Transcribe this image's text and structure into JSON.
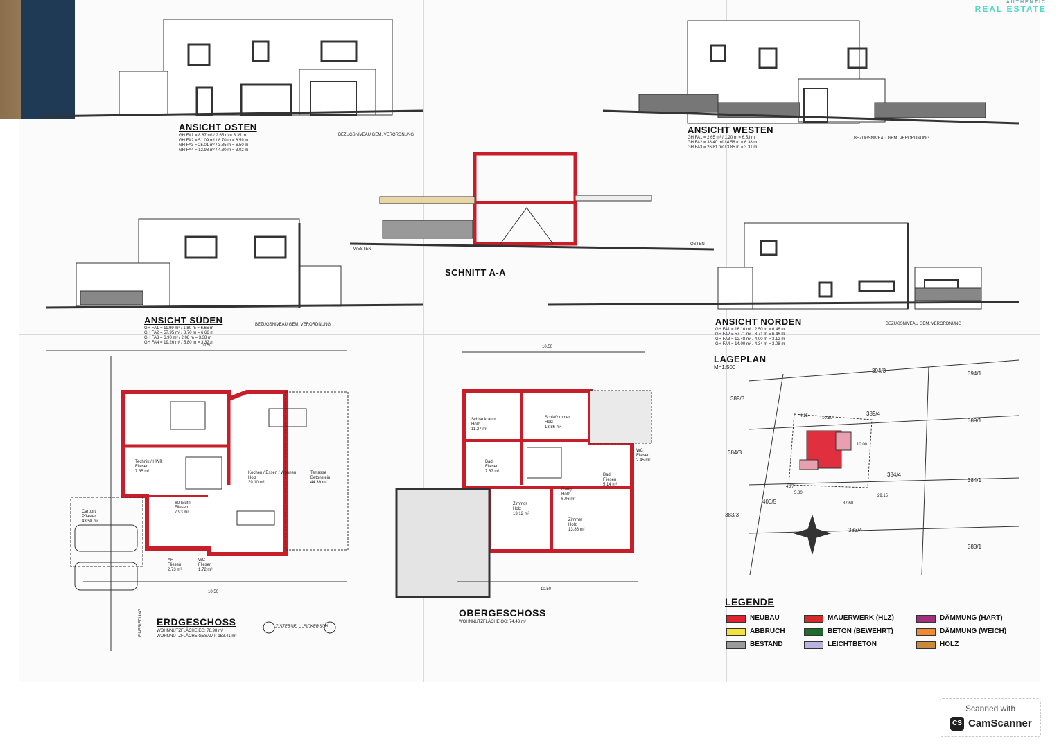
{
  "brand": {
    "line1": "AUTHENTIC",
    "line2": "REAL ESTATE",
    "color": "#4fd8c8"
  },
  "elevations": {
    "osten": {
      "title": "ANSICHT OSTEN",
      "lines": [
        "GH FA1 = 8.87 m² / 2.65 m = 3.35 m",
        "GH FA2 = 51.09 m² / 8.70 m = 6.59 m",
        "GH FA3 = 25.01 m² / 3.85 m = 6.50 m",
        "GH FA4 = 12.98 m² / 4.30 m = 3.02 m"
      ],
      "ref": "BEZUGSNIVEAU GEM. VERORDNUNG"
    },
    "westen": {
      "title": "ANSICHT WESTEN",
      "lines": [
        "GH FA1 = 2.65 m² / 1.20 m = 6.53 m",
        "GH FA2 = 38.40 m² / 4.58 m = 6.38 m",
        "GH FA3 = 26.81 m² / 3.85 m = 3.31 m"
      ],
      "ref": "BEZUGSNIVEAU GEM. VERORDNUNG"
    },
    "sueden": {
      "title": "ANSICHT SÜDEN",
      "lines": [
        "GH FA1 = 11.99 m² / 1.80 m = 6.66 m",
        "GH FA2 = 57.95 m² / 8.70 m = 6.66 m",
        "GH FA3 = 6.90 m² / 2.08 m = 3.38 m",
        "GH FA4 = 19.26 m² / 5.80 m = 3.32 m"
      ],
      "ref": "BEZUGSNIVEAU GEM. VERORDNUNG"
    },
    "norden": {
      "title": "ANSICHT NORDEN",
      "lines": [
        "GH FA1 = 16.16 m² / 2.50 m = 6.46 m",
        "GH FA2 = 57.71 m² / 8.71 m = 6.46 m",
        "GH FA3 = 12.48 m² / 4.00 m = 3.12 m",
        "GH FA4 = 14.00 m² / 4.34 m = 3.08 m"
      ],
      "ref": "BEZUGSNIVEAU GEM. VERORDNUNG"
    }
  },
  "section": {
    "title": "SCHNITT A-A",
    "left": "WESTEN",
    "right": "OSTEN"
  },
  "ground_floor": {
    "title": "ERDGESCHOSS",
    "area1_label": "WOHNNUTZFLÄCHE EG:",
    "area1": "78.98 m²",
    "area2_label": "WOHNNUTZFLÄCHE GESAMT:",
    "area2": "153.41 m²",
    "rooms": [
      {
        "name": "Technik / HWR",
        "sub": "Fliesen",
        "area": "7.35 m²"
      },
      {
        "name": "Kochen / Essen / Wohnen",
        "sub": "Holz",
        "area": "39.10 m²"
      },
      {
        "name": "Terrasse",
        "sub": "Betonstein",
        "area": "44.39 m²"
      },
      {
        "name": "Vorraum",
        "sub": "Fliesen",
        "area": "7.93 m²"
      },
      {
        "name": "Carport",
        "sub": "Pflaster",
        "area": "43.50 m²"
      },
      {
        "name": "AR",
        "sub": "Fliesen",
        "area": "2.73 m²"
      },
      {
        "name": "WC",
        "sub": "Fliesen",
        "area": "1.72 m²"
      }
    ],
    "labels": {
      "zisterne": "ZISTERNE",
      "sickerschacht": "SICKERSCH.",
      "einfriedung": "EINFRIEDUNG",
      "top_dim": "10.50",
      "bottom_dim": "10.50"
    }
  },
  "upper_floor": {
    "title": "OBERGESCHOSS",
    "area_label": "WOHNNUTZFLÄCHE OG:",
    "area": "74.43 m²",
    "rooms": [
      {
        "name": "Schrankraum",
        "sub": "Holz",
        "area": "11.27 m²"
      },
      {
        "name": "Schlafzimmer",
        "sub": "Holz",
        "area": "13.86 m²"
      },
      {
        "name": "Bad",
        "sub": "Fliesen",
        "area": "7.67 m²"
      },
      {
        "name": "WC",
        "sub": "Fliesen",
        "area": "2.45 m²"
      },
      {
        "name": "Gang",
        "sub": "Holz",
        "area": "6.06 m²"
      },
      {
        "name": "Bad",
        "sub": "Fliesen",
        "area": "5.14 m²"
      },
      {
        "name": "Zimmer",
        "sub": "Holz",
        "area": "13.12 m²"
      },
      {
        "name": "Zimmer",
        "sub": "Holz",
        "area": "13.86 m²"
      }
    ],
    "top_dim": "10.50",
    "bottom_dim": "10.50"
  },
  "site_plan": {
    "title": "LAGEPLAN",
    "scale": "M=1:500",
    "parcels": [
      "394/3",
      "394/1",
      "389/3",
      "389/4",
      "389/1",
      "384/3",
      "384/4",
      "384/1",
      "400/5",
      "383/3",
      "383/4",
      "383/1"
    ],
    "dims": [
      "10.50",
      "10.00",
      "37.60",
      "29.15",
      "4.15",
      "4.27",
      "5.80"
    ]
  },
  "legend": {
    "title": "LEGENDE",
    "items": [
      {
        "label": "NEUBAU",
        "color": "#e0222c"
      },
      {
        "label": "MAUERWERK (HLZ)",
        "color": "#d42a2a"
      },
      {
        "label": "DÄMMUNG (HART)",
        "color": "#a0307e"
      },
      {
        "label": "ABBRUCH",
        "color": "#f4e23a"
      },
      {
        "label": "BETON (BEWEHRT)",
        "color": "#1f6b2c"
      },
      {
        "label": "DÄMMUNG (WEICH)",
        "color": "#f08a30"
      },
      {
        "label": "BESTAND",
        "color": "#9a9a9a"
      },
      {
        "label": "LEICHTBETON",
        "color": "#b9b3e0"
      },
      {
        "label": "HOLZ",
        "color": "#c98a3a"
      }
    ]
  },
  "scanner": {
    "line1": "Scanned with",
    "logo": "CS",
    "line2": "CamScanner"
  }
}
